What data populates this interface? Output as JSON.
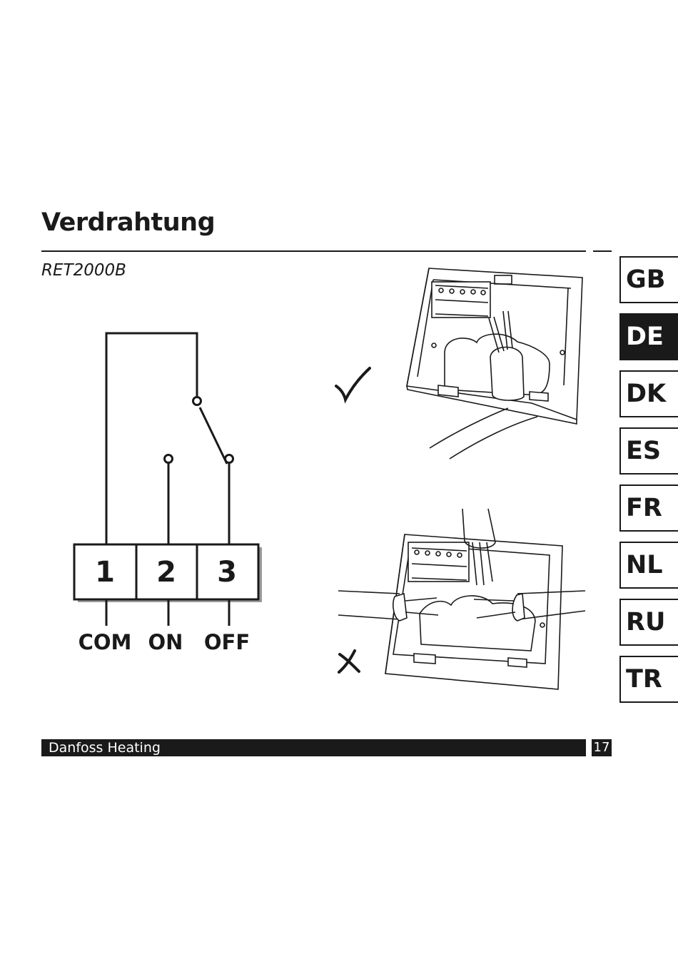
{
  "page": {
    "title": "Verdrahtung",
    "model": "RET2000B",
    "footer_brand": "Danfoss Heating",
    "page_number": "17"
  },
  "languages": [
    {
      "code": "GB",
      "active": false
    },
    {
      "code": "DE",
      "active": true
    },
    {
      "code": "DK",
      "active": false
    },
    {
      "code": "ES",
      "active": false
    },
    {
      "code": "FR",
      "active": false
    },
    {
      "code": "NL",
      "active": false
    },
    {
      "code": "RU",
      "active": false
    },
    {
      "code": "TR",
      "active": false
    }
  ],
  "wiring_diagram": {
    "terminals": [
      {
        "number": "1",
        "label": "COM"
      },
      {
        "number": "2",
        "label": "ON"
      },
      {
        "number": "3",
        "label": "OFF"
      }
    ]
  },
  "illustrations": {
    "correct_icon": "check-mark-icon",
    "incorrect_icon": "cross-mark-icon"
  },
  "colors": {
    "ink": "#1a1a1a",
    "background": "#ffffff"
  }
}
